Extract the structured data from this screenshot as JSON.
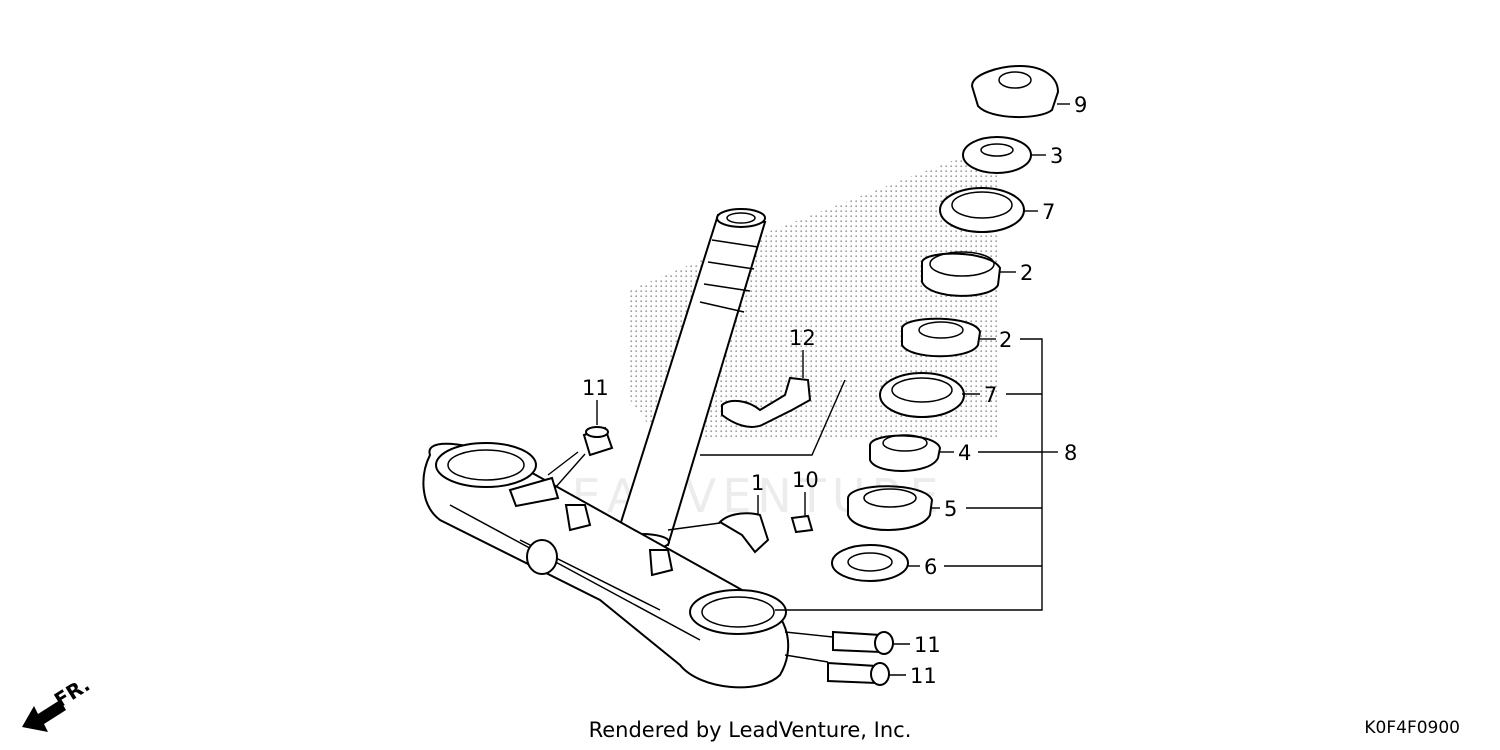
{
  "diagram": {
    "callouts": {
      "c9": "9",
      "c3": "3",
      "c7a": "7",
      "c2a": "2",
      "c2b": "2",
      "c12": "12",
      "c7b": "7",
      "c4": "4",
      "c8": "8",
      "c11a": "11",
      "c1": "1",
      "c10": "10",
      "c5": "5",
      "c6": "6",
      "c11b": "11",
      "c11c": "11"
    },
    "direction_label": "FR.",
    "watermark": "LEADVENTURE"
  },
  "footer": {
    "credit": "Rendered by LeadVenture, Inc.",
    "code": "K0F4F0900"
  },
  "icons": {
    "direction": "front-direction-arrow-icon"
  }
}
